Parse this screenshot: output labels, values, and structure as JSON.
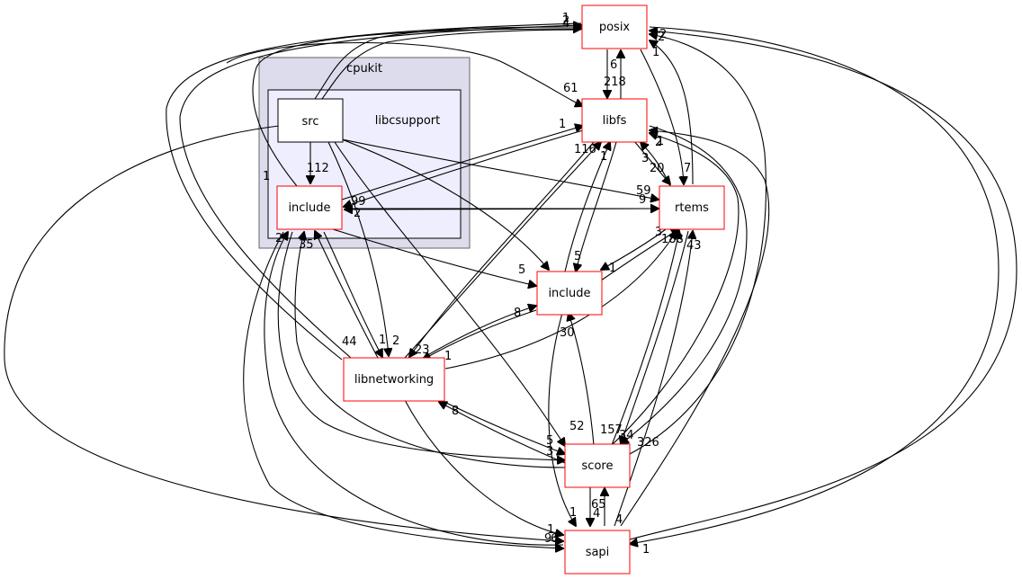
{
  "clusters": {
    "outer": "cpukit",
    "inner": "libcsupport"
  },
  "nodes": {
    "src": "src",
    "include_inner": "include",
    "posix": "posix",
    "libfs": "libfs",
    "rtems": "rtems",
    "include_main": "include",
    "libnetworking": "libnetworking",
    "score": "score",
    "sapi": "sapi"
  },
  "edge_labels": [
    "1",
    "2",
    "4",
    "61",
    "1",
    "112",
    "2",
    "6",
    "218",
    "1",
    "2",
    "1",
    "1",
    "116",
    "1",
    "2",
    "3",
    "20",
    "7",
    "59",
    "9",
    "99",
    "2",
    "3",
    "188",
    "43",
    "20",
    "5",
    "1",
    "2",
    "35",
    "5",
    "8",
    "30",
    "44",
    "1",
    "2",
    "23",
    "1",
    "8",
    "52",
    "157",
    "34",
    "326",
    "5",
    "3",
    "65",
    "4",
    "1",
    "4",
    "1",
    "9",
    "6",
    "1"
  ]
}
